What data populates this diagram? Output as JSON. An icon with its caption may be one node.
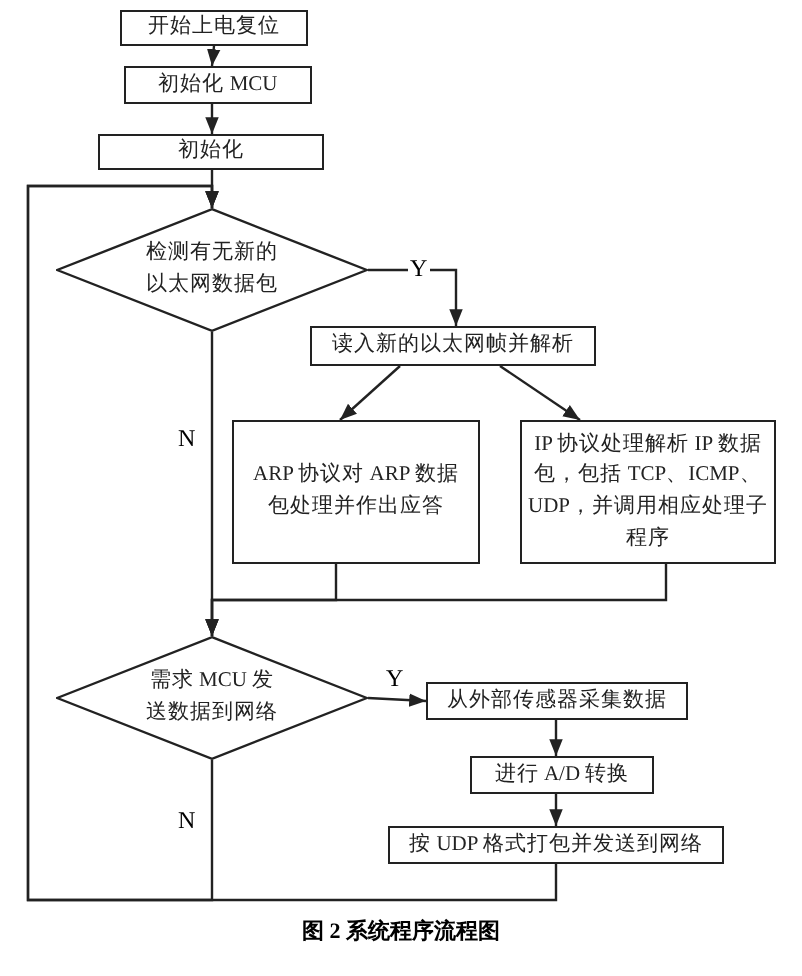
{
  "diagram": {
    "caption": "图 2 系统程序流程图",
    "nodes": [
      {
        "text": [
          "开始上电复位"
        ]
      },
      {
        "text": [
          "初始化 MCU"
        ]
      },
      {
        "text": [
          "初始化"
        ]
      },
      {
        "text": [
          "检测有无新的以太网数据包"
        ]
      },
      {
        "text": [
          "读入新的以太网帧并解析"
        ]
      },
      {
        "text": [
          "ARP 协议对 ARP 数据包处理并作出应答"
        ]
      },
      {
        "text": [
          "IP 协议处理解析 IP 数据包，包括 TCP、ICMP、UDP，并调用相应处理子程序"
        ]
      },
      {
        "text": [
          "需求 MCU 发送数据到网络"
        ]
      },
      {
        "text": [
          "从外部传感器采集数据"
        ]
      },
      {
        "text": [
          "进行 A/D 转换"
        ]
      },
      {
        "text": [
          "按 UDP 格式打包并发送到网络"
        ]
      }
    ],
    "edges": [
      {
        "from": 0,
        "to": 1,
        "arrow": "to"
      },
      {
        "from": 1,
        "to": 2,
        "arrow": "to"
      },
      {
        "from": 2,
        "to": 3,
        "arrow": "to"
      },
      {
        "from": 3,
        "to": 4,
        "arrow": "to",
        "label": "Y"
      },
      {
        "from": 4,
        "to": 5,
        "arrow": "to"
      },
      {
        "from": 4,
        "to": 6,
        "arrow": "to"
      },
      {
        "from": 3,
        "to": 7,
        "arrow": "to",
        "label": "N"
      },
      {
        "from": 5,
        "to": 7,
        "arrow": "to"
      },
      {
        "from": 6,
        "to": 7,
        "arrow": "to"
      },
      {
        "from": 7,
        "to": 8,
        "arrow": "to",
        "label": "Y"
      },
      {
        "from": 8,
        "to": 9,
        "arrow": "to"
      },
      {
        "from": 9,
        "to": 10,
        "arrow": "to"
      },
      {
        "from": 7,
        "to": 3,
        "arrow": "to",
        "label": "N"
      },
      {
        "from": 10,
        "to": 3,
        "arrow": "to"
      }
    ]
  }
}
